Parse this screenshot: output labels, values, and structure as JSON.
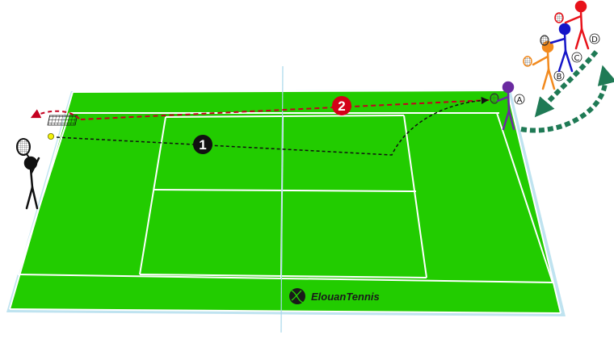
{
  "colors": {
    "court": "#22cc00",
    "court_lines": "#ffffff",
    "court_shadow": "#bfe3f0",
    "center_guide": "#a8d8ea",
    "trajectory_1": "#111111",
    "trajectory_2": "#c40020",
    "marker_1": "#111111",
    "marker_2": "#d40018",
    "ball": "#f2f20a",
    "rotation_arrows": "#1f7a55",
    "player_a": "#6a2aa0",
    "player_b": "#f28a1e",
    "player_c": "#1515c8",
    "player_d": "#e8121a",
    "feeder": "#111111"
  },
  "markers": {
    "shot_1": "1",
    "shot_2": "2"
  },
  "players": {
    "a": {
      "label": "A",
      "icon": "stick-figure-player"
    },
    "b": {
      "label": "B",
      "icon": "stick-figure-player"
    },
    "c": {
      "label": "C",
      "icon": "stick-figure-player"
    },
    "d": {
      "label": "D",
      "icon": "stick-figure-player"
    },
    "feeder": {
      "icon": "stick-figure-feeder"
    }
  },
  "icons": {
    "brand": "tennis-ball-icon",
    "racket": "racket-icon",
    "rotation": "curved-arrow-icon"
  },
  "brand": {
    "name": "ElouanTennis"
  }
}
